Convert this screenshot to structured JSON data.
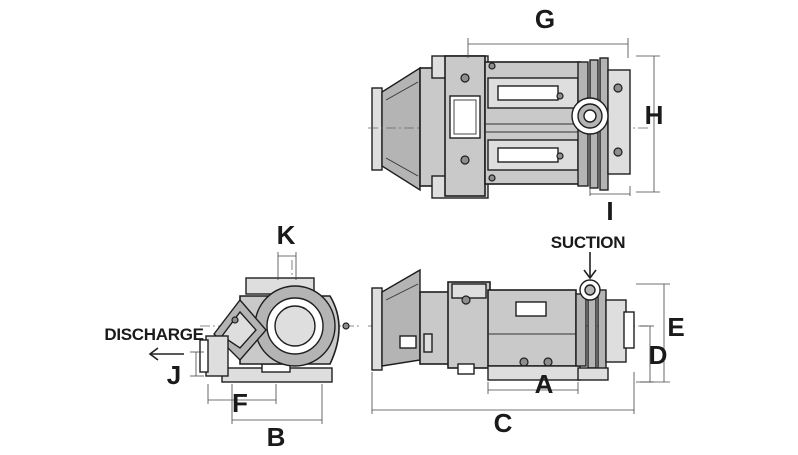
{
  "labels": {
    "A": "A",
    "B": "B",
    "C": "C",
    "D": "D",
    "E": "E",
    "F": "F",
    "G": "G",
    "H": "H",
    "I": "I",
    "J": "J",
    "K": "K"
  },
  "annotations": {
    "suction": "SUCTION",
    "discharge": "DISCHARGE"
  },
  "colors": {
    "line": "#1e1e1e",
    "fill": "#c9c9c9",
    "background": "#ffffff"
  }
}
